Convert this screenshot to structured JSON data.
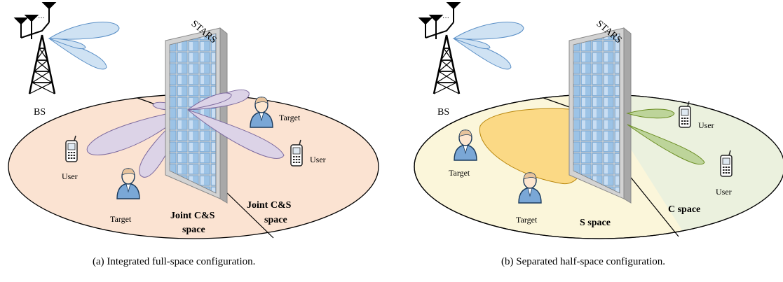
{
  "panel_a": {
    "stars_label": "STARS",
    "bs_label": "BS",
    "user_left": "User",
    "user_right": "User",
    "target_top": "Target",
    "target_bottom": "Target",
    "region_left_line1": "Joint C&S",
    "region_left_line2": "space",
    "region_right_line1": "Joint C&S",
    "region_right_line2": "space",
    "caption": "(a) Integrated full-space configuration."
  },
  "panel_b": {
    "stars_label": "STARS",
    "bs_label": "BS",
    "user_top": "User",
    "user_bottom": "User",
    "target_left": "Target",
    "target_bottom": "Target",
    "region_s": "S space",
    "region_c": "C space",
    "caption": "(b) Separated half-space configuration."
  },
  "colors": {
    "ellipse_a": "#fbe3d2",
    "ellipse_b_left": "#fbf6da",
    "ellipse_b_right": "#ebf1de",
    "beam_purple": "#dcd3e7",
    "beam_blue": "#cfe2f3",
    "beam_yellow": "#fbd985",
    "beam_green": "#bdd49a"
  }
}
